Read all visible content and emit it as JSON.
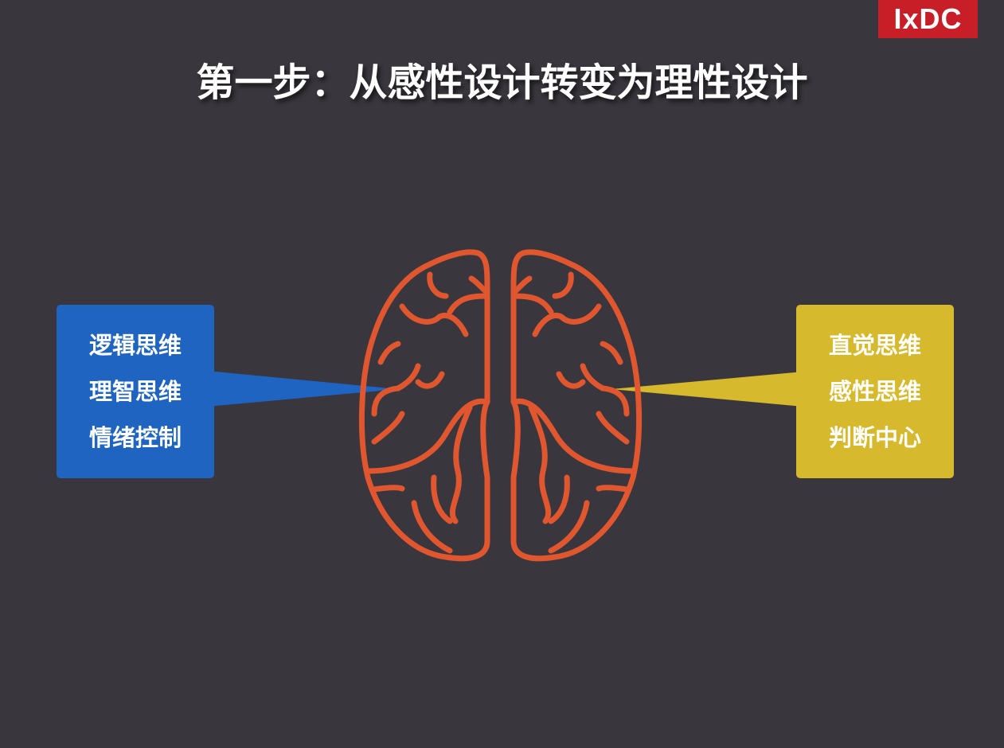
{
  "logo": {
    "text": "IxDC"
  },
  "title": "第一步：从感性设计转变为理性设计",
  "left_callout": {
    "lines": [
      "逻辑思维",
      "理智思维",
      "情绪控制"
    ],
    "color": "#1f64c0"
  },
  "right_callout": {
    "lines": [
      "直觉思维",
      "感性思维",
      "判断中心"
    ],
    "color": "#d6b92c"
  },
  "brain_color": "#e0562f"
}
